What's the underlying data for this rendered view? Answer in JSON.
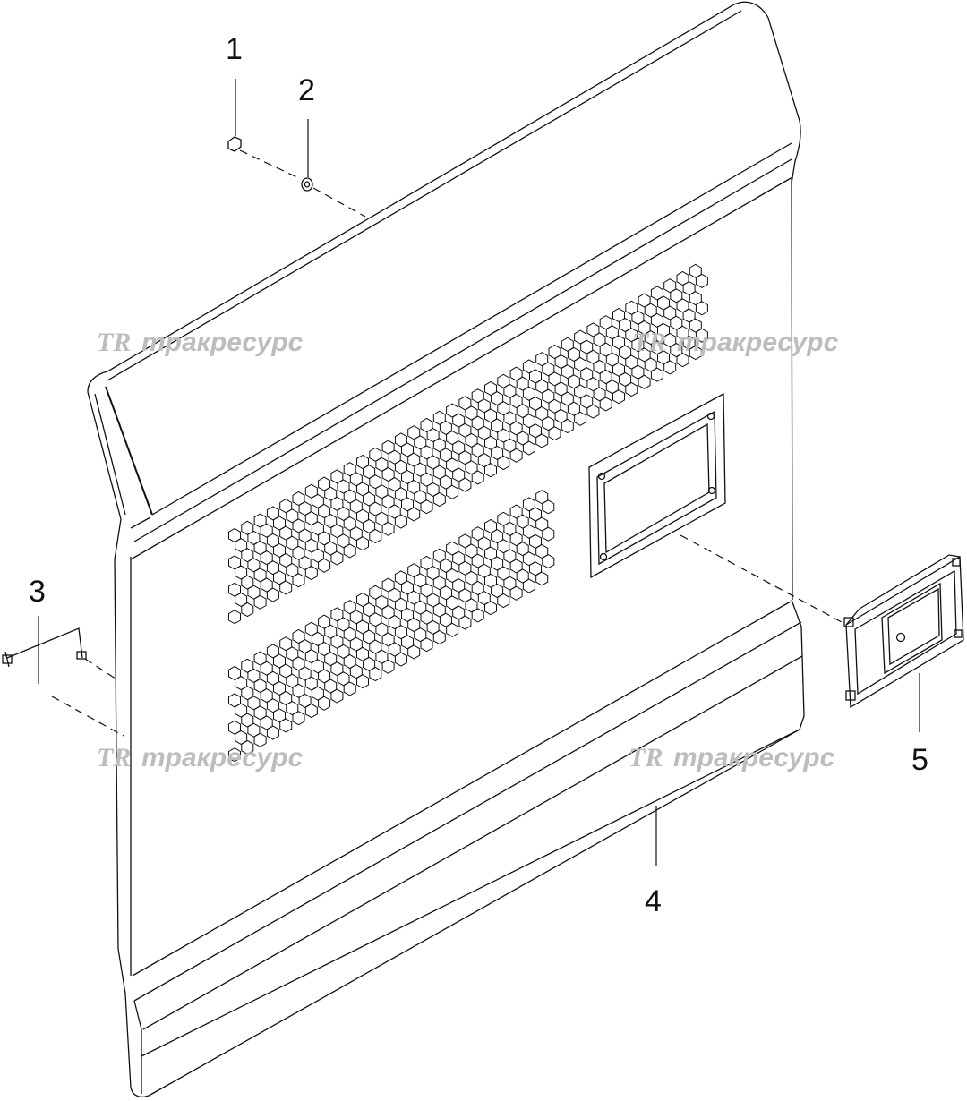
{
  "callouts": {
    "c1": "1",
    "c2": "2",
    "c3": "3",
    "c4": "4",
    "c5": "5"
  },
  "watermark": {
    "logo": "TR",
    "text": "тракресурс"
  },
  "colors": {
    "line": "#111111",
    "watermark": "#bdbdbd",
    "background": "#ffffff"
  }
}
